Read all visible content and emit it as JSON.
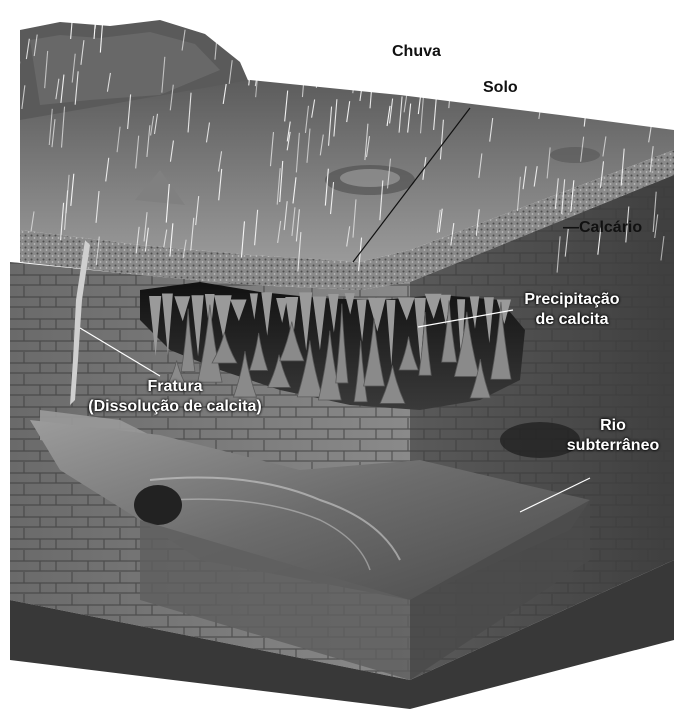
{
  "labels": {
    "chuva": "Chuva",
    "solo": "Solo",
    "calcario": "—Calcário",
    "precipitacao_line1": "Precipitação",
    "precipitacao_line2": "de calcita",
    "fratura_line1": "Fratura",
    "fratura_line2": "(Dissolução de calcita)",
    "rio_line1": "Rio",
    "rio_line2": "subterrâneo"
  },
  "colors": {
    "limestone": "#6e6e6e",
    "limestone_dark": "#4a4a4a",
    "soil": "#8c8c8c",
    "cave": "#1e1e1e",
    "water": "#5a5a5a",
    "rain": "#ffffff"
  }
}
